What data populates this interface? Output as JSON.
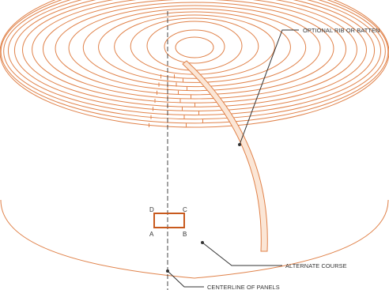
{
  "labels": {
    "rib": "OPTIONAL RIB OR BATTEN",
    "course": "ALTERNATE COURSE",
    "centerline": "CENTERLINE OF PANELS"
  },
  "corners": {
    "a": "A",
    "b": "B",
    "c": "C",
    "d": "D"
  },
  "colors": {
    "dome_line": "#e0824a",
    "panel_highlight": "#c85a1e",
    "rib_fill": "#fbe6d6",
    "leader_line": "#333333"
  }
}
